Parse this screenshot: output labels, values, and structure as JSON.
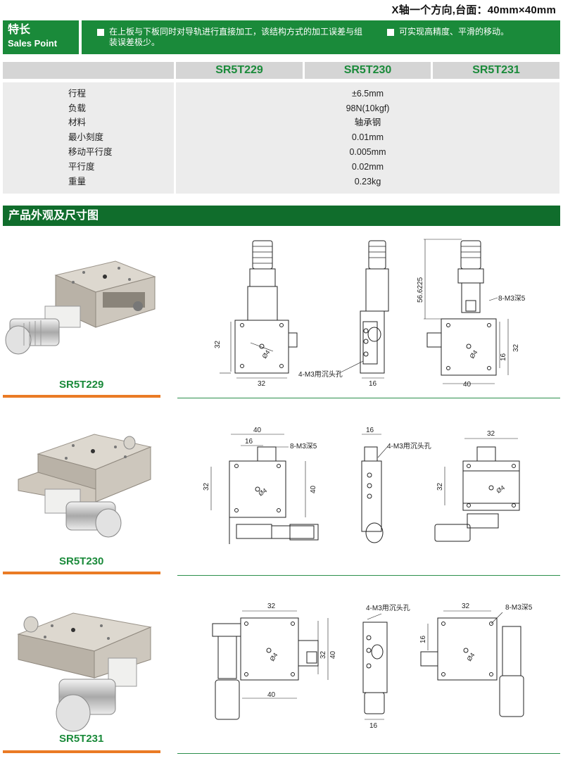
{
  "page_title": "X轴一个方向,台面：40mm×40mm",
  "sales_point": {
    "label_cn": "特长",
    "label_en": "Sales Point",
    "items": [
      "在上板与下板同时对导轨进行直接加工，该结构方式的加工误差与组装误差极少。",
      "可实现高精度、平滑的移动。"
    ]
  },
  "models": [
    "SR5T229",
    "SR5T230",
    "SR5T231"
  ],
  "specs": [
    {
      "label": "行程",
      "value": "±6.5mm"
    },
    {
      "label": "负载",
      "value": "98N(10kgf)"
    },
    {
      "label": "材料",
      "value": "轴承钢"
    },
    {
      "label": "最小刻度",
      "value": "0.01mm"
    },
    {
      "label": "移动平行度",
      "value": "0.005mm"
    },
    {
      "label": "平行度",
      "value": "0.02mm"
    },
    {
      "label": "重量",
      "value": "0.23kg"
    }
  ],
  "section_title": "产品外观及尺寸图",
  "drawings": {
    "d229": {
      "dim_32_left": "32",
      "dim_32_bottom": "32",
      "hole_label": "4-M3用沉头孔",
      "dim_16": "16",
      "dim_height": "56.6225",
      "thread_label": "8-M3深5",
      "dim_32_right": "32",
      "dim_16_right": "16",
      "dim_40": "40",
      "phi": "Ø4"
    },
    "d230": {
      "dim_40_top": "40",
      "dim_16_top": "16",
      "thread_label": "8-M3深5",
      "dim_32_left": "32",
      "dim_40_right": "40",
      "dim_16_side": "16",
      "hole_label": "4-M3用沉头孔",
      "dim_32_top3": "32",
      "dim_32_left3": "32",
      "phi": "Ø4"
    },
    "d231": {
      "dim_32_top": "32",
      "dim_32_right": "32",
      "dim_40_right": "40",
      "dim_40_bottom": "40",
      "hole_label": "4-M3用沉头孔",
      "dim_16_bottom": "16",
      "dim_32_top3": "32",
      "thread_label": "8-M3深5",
      "dim_16_left3": "16",
      "phi": "Ø4"
    }
  },
  "colors": {
    "green": "#1a8a3a",
    "dark_green": "#106d2c",
    "orange": "#ea7b25",
    "gray_header": "#d5d5d5",
    "gray_body": "#ececec"
  }
}
